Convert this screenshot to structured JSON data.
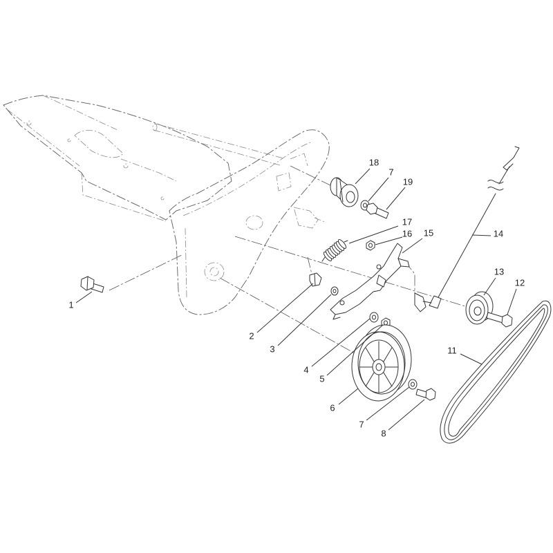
{
  "callouts": [
    {
      "label": "18"
    },
    {
      "label": "7"
    },
    {
      "label": "19"
    },
    {
      "label": "17"
    },
    {
      "label": "16"
    },
    {
      "label": "15"
    },
    {
      "label": "14"
    },
    {
      "label": "13"
    },
    {
      "label": "12"
    },
    {
      "label": "11"
    },
    {
      "label": "1"
    },
    {
      "label": "2"
    },
    {
      "label": "3"
    },
    {
      "label": "4"
    },
    {
      "label": "5"
    },
    {
      "label": "6"
    },
    {
      "label": "7"
    },
    {
      "label": "8"
    }
  ],
  "colors": {
    "line": "#333333",
    "phantom": "#6a6a6a",
    "background": "#ffffff"
  }
}
